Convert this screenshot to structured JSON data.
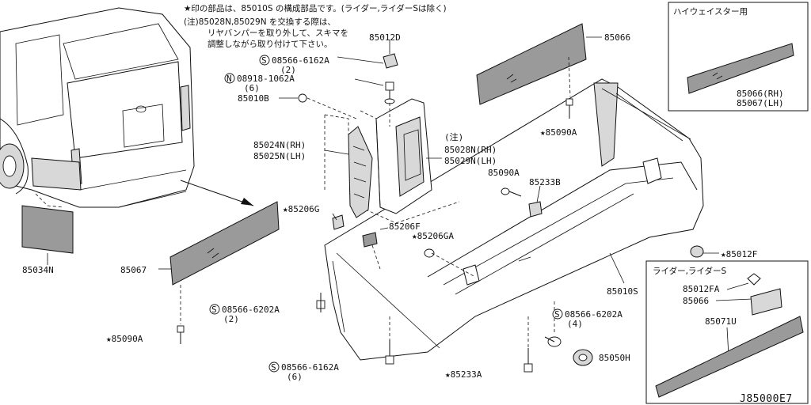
{
  "notes": {
    "line1": "★印の部品は、85010S の構成部品です。(ライダー,ライダーSは除く)",
    "line2": "(注)85028N,85029N を交換する際は、",
    "line3": "リヤバンパーを取り外して、スキマを",
    "line4": "調整しながら取り付けて下さい。"
  },
  "insets": {
    "highway_star": {
      "title": "ハイウェイスター用",
      "label_rh": "85066(RH)",
      "label_lh": "85067(LH)"
    },
    "rider": {
      "title": "ライダー,ライダーS",
      "label_a": "85012FA",
      "label_b": "85066",
      "label_c": "85071U"
    }
  },
  "callouts": {
    "p85012D": "85012D",
    "p85066": "85066",
    "s08566_6162A_top": "08566-6162A",
    "s08566_6162A_top_qty": "(2)",
    "n08918_1062A": "08918-1062A",
    "n08918_1062A_qty": "(6)",
    "p85010B": "85010B",
    "p85090A_mid": "★85090A",
    "p85024N": "85024N(RH)",
    "p85025N": "85025N(LH)",
    "note_mark": "(注)",
    "p85028N": "85028N(RH)",
    "p85029N": "85029N(LH)",
    "p85090A_center": "85090A",
    "p85233B": "85233B",
    "p85206G": "★85206G",
    "p85206F": "85206F",
    "p85206GA": "★85206GA",
    "p85012F": "★85012F",
    "p85034N": "85034N",
    "p85067": "85067",
    "p85010S": "85010S",
    "s08566_6202A_left": "08566-6202A",
    "s08566_6202A_left_qty": "(2)",
    "p85090A_bottom": "★85090A",
    "s08566_6202A_right": "08566-6202A",
    "s08566_6202A_right_qty": "(4)",
    "p85050H": "85050H",
    "s08566_6162A_bottom": "08566-6162A",
    "s08566_6162A_bottom_qty": "(6)",
    "p85233A": "★85233A"
  },
  "symbols": {
    "s_mark": "S",
    "n_mark": "N"
  },
  "diagram_code": "J85000E7"
}
